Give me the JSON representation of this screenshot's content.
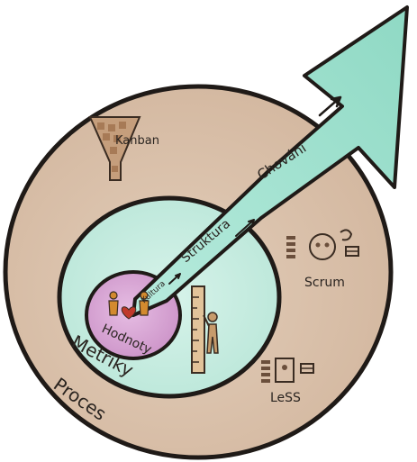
{
  "labels": {
    "proces": "Proces",
    "metriky": "Metriky",
    "hodnoty": "Hodnoty",
    "kultura": "Kultura",
    "struktura": "Struktura",
    "chovani": "Chování",
    "kanban": "Kanban",
    "scrum": "Scrum",
    "less": "LeSS"
  },
  "colors": {
    "outer_ring": "#dcc3ad",
    "outer_stroke": "#1f1a17",
    "middle_ring": "#c9ece0",
    "inner_core": "#d9a6d6",
    "arrow_fill": "#9fe0cf",
    "ink": "#2a2420"
  }
}
